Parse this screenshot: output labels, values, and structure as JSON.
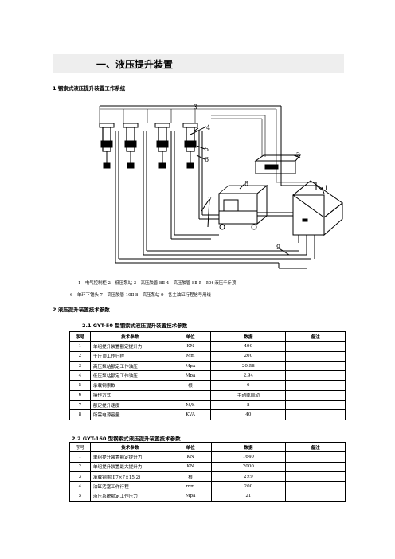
{
  "title": "一、液压提升装置",
  "section1": "1 钢索式液压提升装置工作系统",
  "diagram": {
    "labels": [
      "1",
      "2",
      "3",
      "4",
      "5",
      "6",
      "7",
      "8",
      "9"
    ],
    "legend_line1": "1---电气控制柜     2---低压泵站     3---高压胶管 8Ⅱ     4---高压胶管 8Ⅱ     5---50t 液压千斤顶",
    "legend_line2": "6---单环下锚头     7---高压胶管 10Ⅱ     8---高压泵站     9---各主油缸行程信号用线"
  },
  "section2": "2 液压提升装置技术参数",
  "table1": {
    "caption": "2.1 GYT-50 型钢索式液压提升装置技术参数",
    "headers": [
      "序号",
      "技术参数",
      "单位",
      "数据",
      "备注"
    ],
    "rows": [
      [
        "1",
        "单组提升装置额定提升力",
        "KN",
        "490",
        ""
      ],
      [
        "2",
        "千斤顶工作行程",
        "Mm",
        "200",
        ""
      ],
      [
        "3",
        "高压泵站额定工作油压",
        "Mpa",
        "20.58",
        ""
      ],
      [
        "4",
        "低压泵站额定工作油压",
        "Mpa",
        "2.94",
        ""
      ],
      [
        "5",
        "承载钢索数",
        "根",
        "6",
        ""
      ],
      [
        "6",
        "操作方式",
        "",
        "手动或自动",
        ""
      ],
      [
        "7",
        "额定提升速度",
        "M/h",
        "8",
        ""
      ],
      [
        "8",
        "所需电源容量",
        "KVA",
        "40",
        ""
      ]
    ]
  },
  "table2": {
    "caption": "2.2 GYT-160 型钢索式液压提升装置技术参数",
    "headers": [
      "序号",
      "技术参数",
      "单位",
      "数据",
      "备注"
    ],
    "rows": [
      [
        "1",
        "单组提升装置额定提升力",
        "KN",
        "1640",
        ""
      ],
      [
        "2",
        "单组提升装置最大提升力",
        "KN",
        "2000",
        ""
      ],
      [
        "3",
        "承载钢索(Ⅱ7×7×15.2)",
        "根",
        "2×9",
        ""
      ],
      [
        "4",
        "油缸活塞工作行程",
        "mm",
        "200",
        ""
      ],
      [
        "5",
        "液压系统额定工作压力",
        "Mpa",
        "21",
        ""
      ]
    ]
  }
}
